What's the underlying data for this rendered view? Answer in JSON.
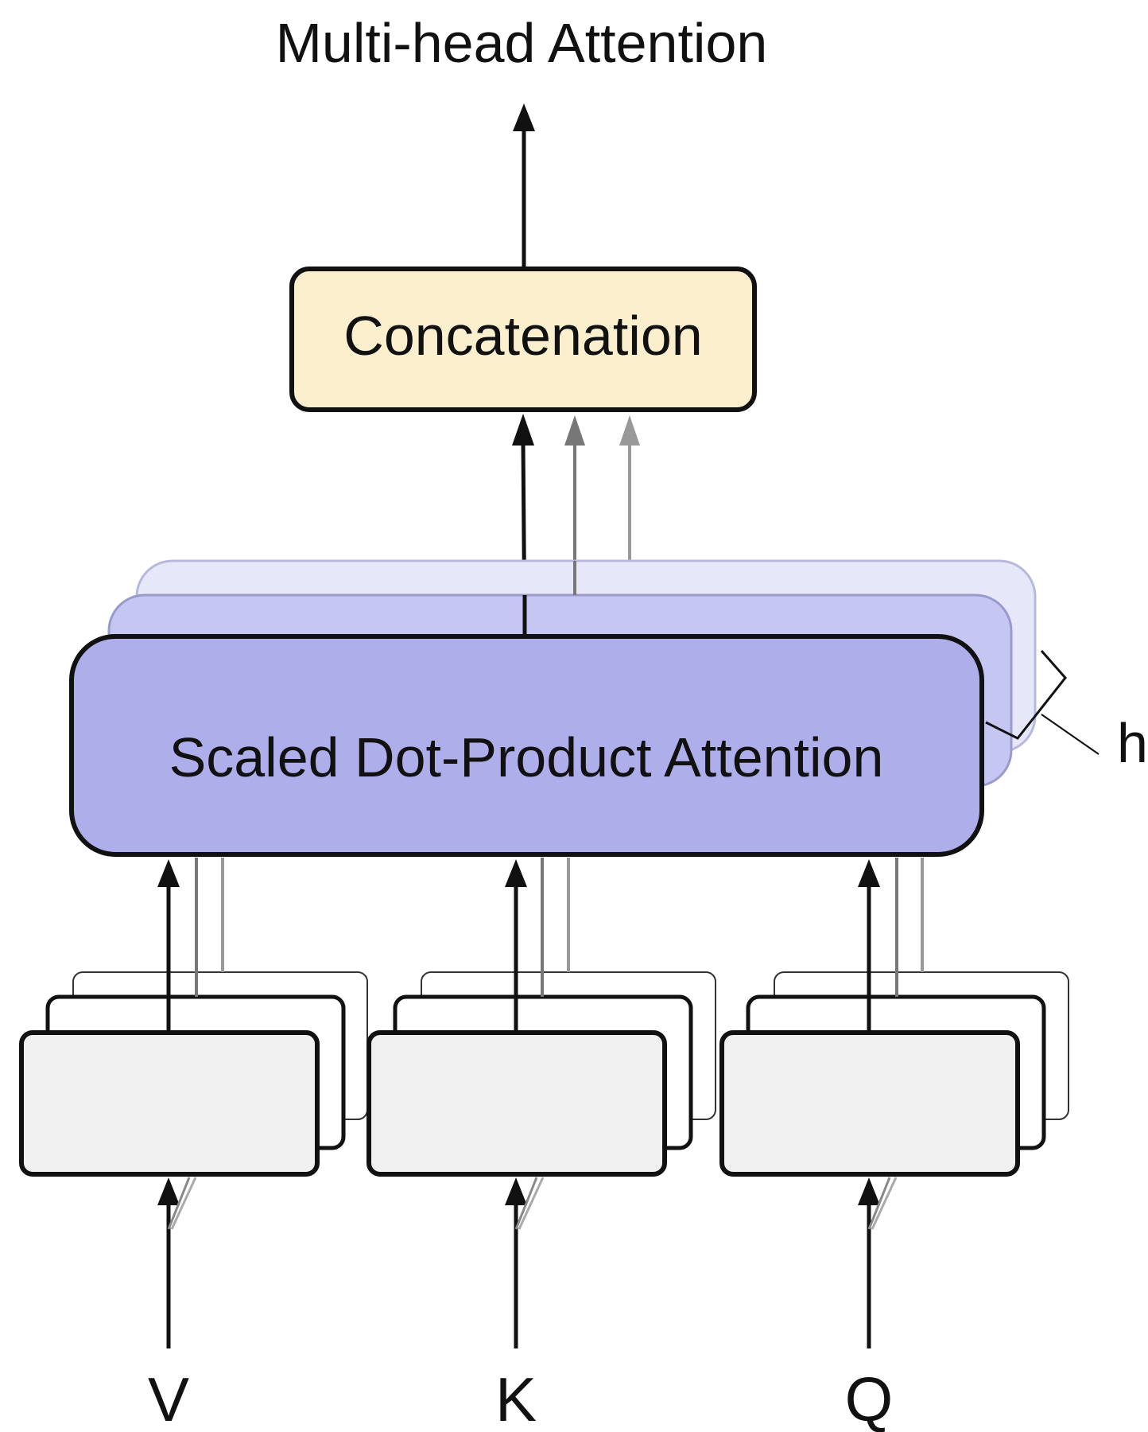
{
  "title": "Multi-head Attention",
  "concat_label": "Concatenation",
  "attention_label": "Scaled Dot-Product Attention",
  "heads_label": "h",
  "inputs": [
    {
      "id": "v",
      "label": "V"
    },
    {
      "id": "k",
      "label": "K"
    },
    {
      "id": "q",
      "label": "Q"
    }
  ],
  "colors": {
    "concat_fill": "#fbefcd",
    "attention_fill": "#aeaeeb",
    "attention_back1": "#c6c6f2",
    "attention_back2": "#e7e7fa",
    "linear_fill": "#f0f0f0",
    "stroke": "#111111",
    "gray_arrow": "#888888"
  }
}
